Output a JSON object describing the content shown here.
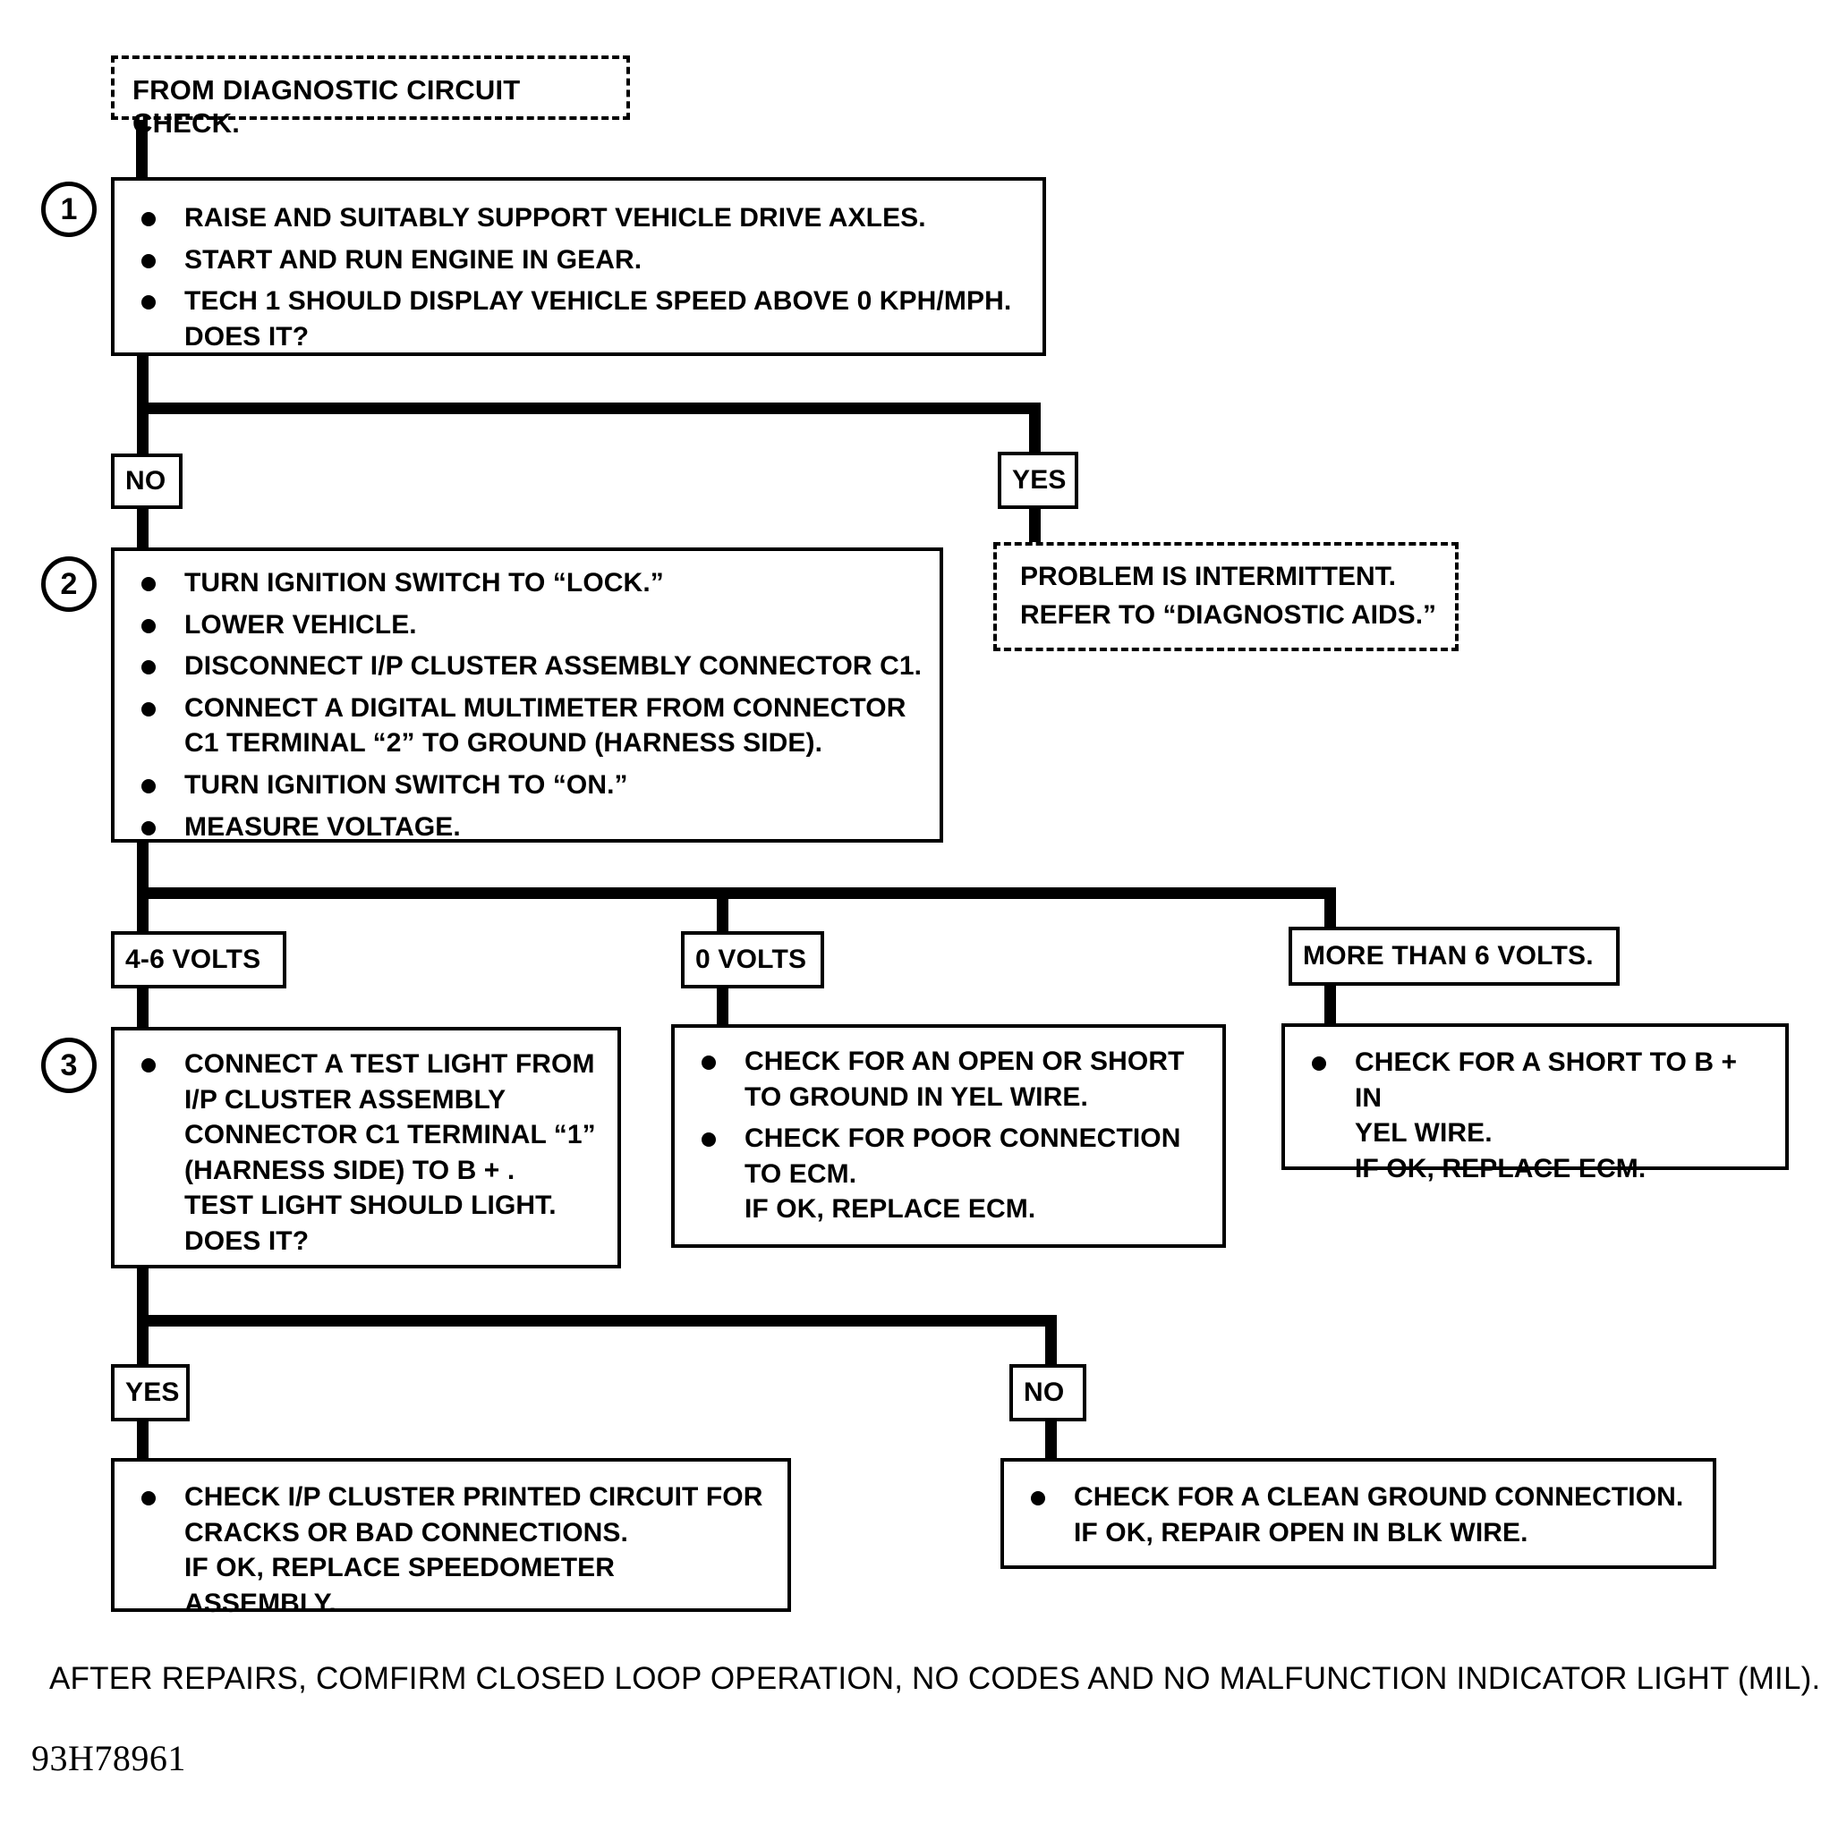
{
  "document": {
    "id_code": "93H78961",
    "footer_note": "AFTER REPAIRS, COMFIRM CLOSED LOOP OPERATION, NO CODES AND NO MALFUNCTION INDICATOR LIGHT (MIL)."
  },
  "start": {
    "label": "FROM DIAGNOSTIC CIRCUIT CHECK."
  },
  "steps": {
    "one": {
      "number": "1",
      "bullets": [
        "RAISE AND SUITABLY SUPPORT VEHICLE DRIVE AXLES.",
        "START AND RUN ENGINE IN GEAR.",
        "TECH 1 SHOULD DISPLAY VEHICLE SPEED ABOVE 0 KPH/MPH.\nDOES IT?"
      ]
    },
    "two": {
      "number": "2",
      "bullets": [
        "TURN IGNITION SWITCH TO “LOCK.”",
        "LOWER VEHICLE.",
        "DISCONNECT I/P CLUSTER ASSEMBLY CONNECTOR C1.",
        "CONNECT A DIGITAL MULTIMETER FROM CONNECTOR\nC1 TERMINAL “2” TO GROUND (HARNESS SIDE).",
        "TURN IGNITION SWITCH TO “ON.”",
        "MEASURE VOLTAGE."
      ]
    },
    "three": {
      "number": "3",
      "bullets": [
        "CONNECT A TEST LIGHT FROM\nI/P CLUSTER ASSEMBLY\nCONNECTOR C1 TERMINAL “1”\n(HARNESS SIDE) TO B + .\nTEST LIGHT SHOULD LIGHT.\nDOES IT?"
      ]
    }
  },
  "branch_labels": {
    "step1_no": "NO",
    "step1_yes": "YES",
    "volts_low": "4-6 VOLTS",
    "volts_zero": "0 VOLTS",
    "volts_high": "MORE THAN 6 VOLTS.",
    "step3_yes": "YES",
    "step3_no": "NO"
  },
  "results": {
    "intermittent": "PROBLEM IS INTERMITTENT.\nREFER TO “DIAGNOSTIC AIDS.”",
    "zero_volts": [
      "CHECK FOR AN OPEN OR SHORT\nTO GROUND IN YEL WIRE.",
      "CHECK FOR POOR CONNECTION\nTO ECM.\nIF OK, REPLACE ECM."
    ],
    "high_volts": [
      "CHECK FOR A SHORT TO B + IN\nYEL WIRE.\nIF OK, REPLACE ECM."
    ],
    "step3_yes": [
      "CHECK I/P CLUSTER PRINTED CIRCUIT FOR\nCRACKS OR BAD CONNECTIONS.\nIF OK, REPLACE SPEEDOMETER ASSEMBLY."
    ],
    "step3_no": [
      "CHECK FOR A CLEAN GROUND CONNECTION.\nIF OK, REPAIR OPEN IN BLK WIRE."
    ]
  },
  "colors": {
    "ink": "#000000",
    "paper": "#ffffff"
  }
}
